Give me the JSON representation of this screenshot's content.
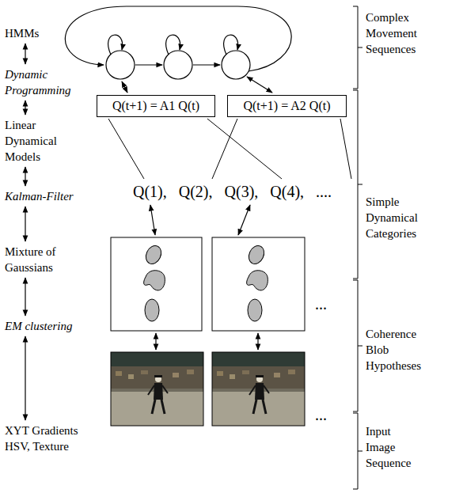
{
  "diagram": {
    "nodes": [
      {
        "text": [
          "Q(t+1) = A1 Q(t)"
        ]
      },
      {
        "text": [
          "Q(t+1) = A2 Q(t)"
        ]
      }
    ],
    "labels": [
      "HMMs",
      "Dynamic Programming",
      "Linear Dynamical Models",
      "Kalman-Filter",
      "Mixture of Gaussians",
      "EM clustering",
      "XYT Gradients HSV, Texture",
      "Complex Movement Sequences",
      "Simple Dynamical Categories",
      "Coherence Blob Hypotheses",
      "Input Image Sequence",
      "Q(1), Q(2), Q(3), Q(4), ....",
      "...",
      "..."
    ]
  }
}
